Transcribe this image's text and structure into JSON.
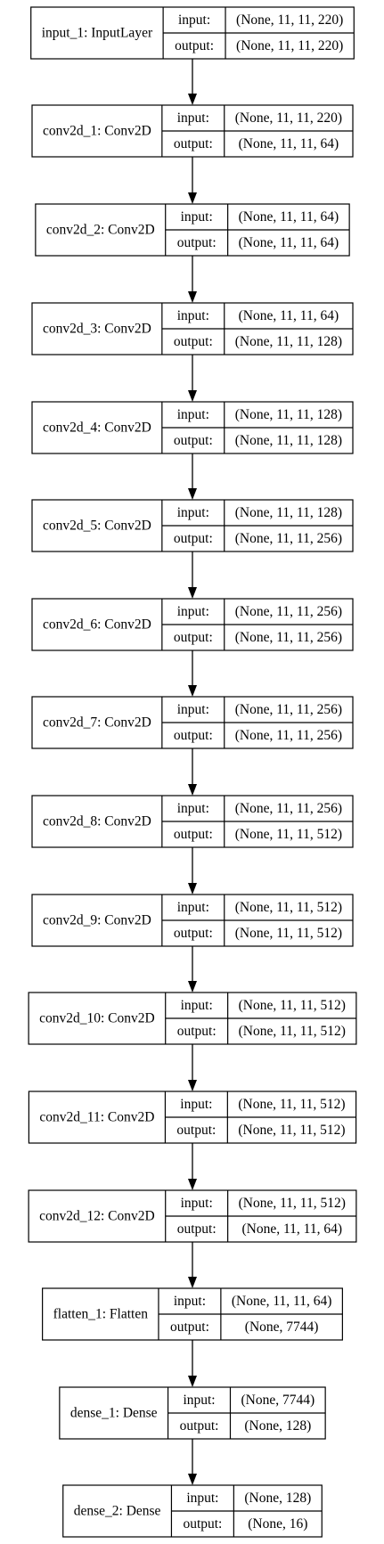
{
  "diagram": {
    "port_labels": {
      "input": "input:",
      "output": "output:"
    },
    "layers": [
      {
        "id": "input_1",
        "name": "input_1: InputLayer",
        "input": "(None, 11, 11, 220)",
        "output": "(None, 11, 11, 220)"
      },
      {
        "id": "conv2d_1",
        "name": "conv2d_1: Conv2D",
        "input": "(None, 11, 11, 220)",
        "output": "(None, 11, 11, 64)"
      },
      {
        "id": "conv2d_2",
        "name": "conv2d_2: Conv2D",
        "input": "(None, 11, 11, 64)",
        "output": "(None, 11, 11, 64)"
      },
      {
        "id": "conv2d_3",
        "name": "conv2d_3: Conv2D",
        "input": "(None, 11, 11, 64)",
        "output": "(None, 11, 11, 128)"
      },
      {
        "id": "conv2d_4",
        "name": "conv2d_4: Conv2D",
        "input": "(None, 11, 11, 128)",
        "output": "(None, 11, 11, 128)"
      },
      {
        "id": "conv2d_5",
        "name": "conv2d_5: Conv2D",
        "input": "(None, 11, 11, 128)",
        "output": "(None, 11, 11, 256)"
      },
      {
        "id": "conv2d_6",
        "name": "conv2d_6: Conv2D",
        "input": "(None, 11, 11, 256)",
        "output": "(None, 11, 11, 256)"
      },
      {
        "id": "conv2d_7",
        "name": "conv2d_7: Conv2D",
        "input": "(None, 11, 11, 256)",
        "output": "(None, 11, 11, 256)"
      },
      {
        "id": "conv2d_8",
        "name": "conv2d_8: Conv2D",
        "input": "(None, 11, 11, 256)",
        "output": "(None, 11, 11, 512)"
      },
      {
        "id": "conv2d_9",
        "name": "conv2d_9: Conv2D",
        "input": "(None, 11, 11, 512)",
        "output": "(None, 11, 11, 512)"
      },
      {
        "id": "conv2d_10",
        "name": "conv2d_10: Conv2D",
        "input": "(None, 11, 11, 512)",
        "output": "(None, 11, 11, 512)"
      },
      {
        "id": "conv2d_11",
        "name": "conv2d_11: Conv2D",
        "input": "(None, 11, 11, 512)",
        "output": "(None, 11, 11, 512)"
      },
      {
        "id": "conv2d_12",
        "name": "conv2d_12: Conv2D",
        "input": "(None, 11, 11, 512)",
        "output": "(None, 11, 11, 64)"
      },
      {
        "id": "flatten_1",
        "name": "flatten_1: Flatten",
        "input": "(None, 11, 11, 64)",
        "output": "(None, 7744)"
      },
      {
        "id": "dense_1",
        "name": "dense_1: Dense",
        "input": "(None, 7744)",
        "output": "(None, 128)"
      },
      {
        "id": "dense_2",
        "name": "dense_2: Dense",
        "input": "(None, 128)",
        "output": "(None, 16)"
      }
    ]
  }
}
